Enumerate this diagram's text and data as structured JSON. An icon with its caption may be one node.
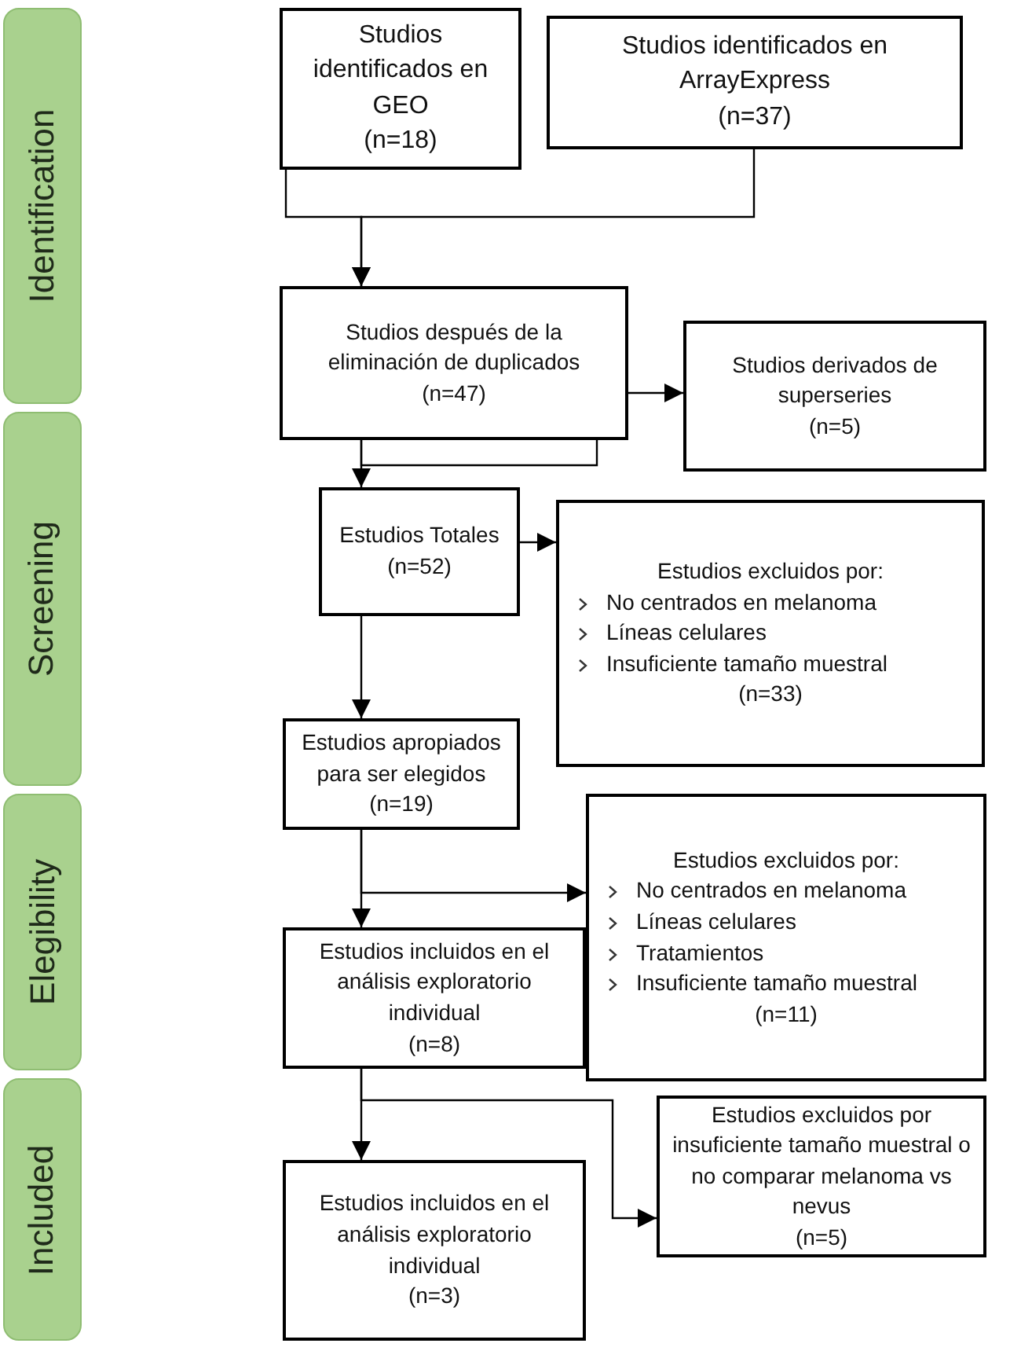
{
  "diagram": {
    "nodes": [
      {
        "text": [
          "Identification"
        ]
      },
      {
        "text": [
          "Screening"
        ]
      },
      {
        "text": [
          "Elegibility"
        ]
      },
      {
        "text": [
          "Included"
        ]
      },
      {
        "text": [
          "Studios identificados en GEO",
          "(n=18)"
        ]
      },
      {
        "text": [
          "Studios identificados en ArrayExpress",
          "(n=37)"
        ]
      },
      {
        "text": [
          "Studios después de la eliminación de duplicados",
          "(n=47)"
        ]
      },
      {
        "text": [
          "Studios derivados de superseries",
          "(n=5)"
        ]
      },
      {
        "text": [
          "Estudios Totales",
          "(n=52)"
        ]
      },
      {
        "text": [
          "Estudios excluidos por:",
          "No centrados en melanoma",
          "Líneas celulares",
          "Insuficiente tamaño muestral",
          "(n=33)"
        ]
      },
      {
        "text": [
          "Estudios apropiados para ser elegidos",
          "(n=19)"
        ]
      },
      {
        "text": [
          "Estudios excluidos por:",
          "No centrados en melanoma",
          "Líneas celulares",
          "Tratamientos",
          "Insuficiente tamaño muestral",
          "(n=11)"
        ]
      },
      {
        "text": [
          "Estudios incluidos en el análisis exploratorio individual",
          "(n=8)"
        ]
      },
      {
        "text": [
          "Estudios excluidos por insuficiente tamaño muestral o no comparar melanoma vs nevus",
          "(n=5)"
        ]
      },
      {
        "text": [
          "Estudios incluidos en el análisis exploratorio individual",
          "(n=3)"
        ]
      }
    ],
    "edges": [
      {
        "from": 4,
        "to": 6,
        "arrow": "to"
      },
      {
        "from": 5,
        "to": 6,
        "arrow": "to"
      },
      {
        "from": 6,
        "to": 8,
        "arrow": "to"
      },
      {
        "from": 6,
        "to": 7,
        "arrow": "to"
      },
      {
        "from": 8,
        "to": 9,
        "arrow": "to"
      },
      {
        "from": 8,
        "to": 10,
        "arrow": "to"
      },
      {
        "from": 10,
        "to": 12,
        "arrow": "to"
      },
      {
        "from": 10,
        "to": 11,
        "arrow": "to"
      },
      {
        "from": 12,
        "to": 14,
        "arrow": "to"
      },
      {
        "from": 12,
        "to": 13,
        "arrow": "to"
      }
    ]
  }
}
